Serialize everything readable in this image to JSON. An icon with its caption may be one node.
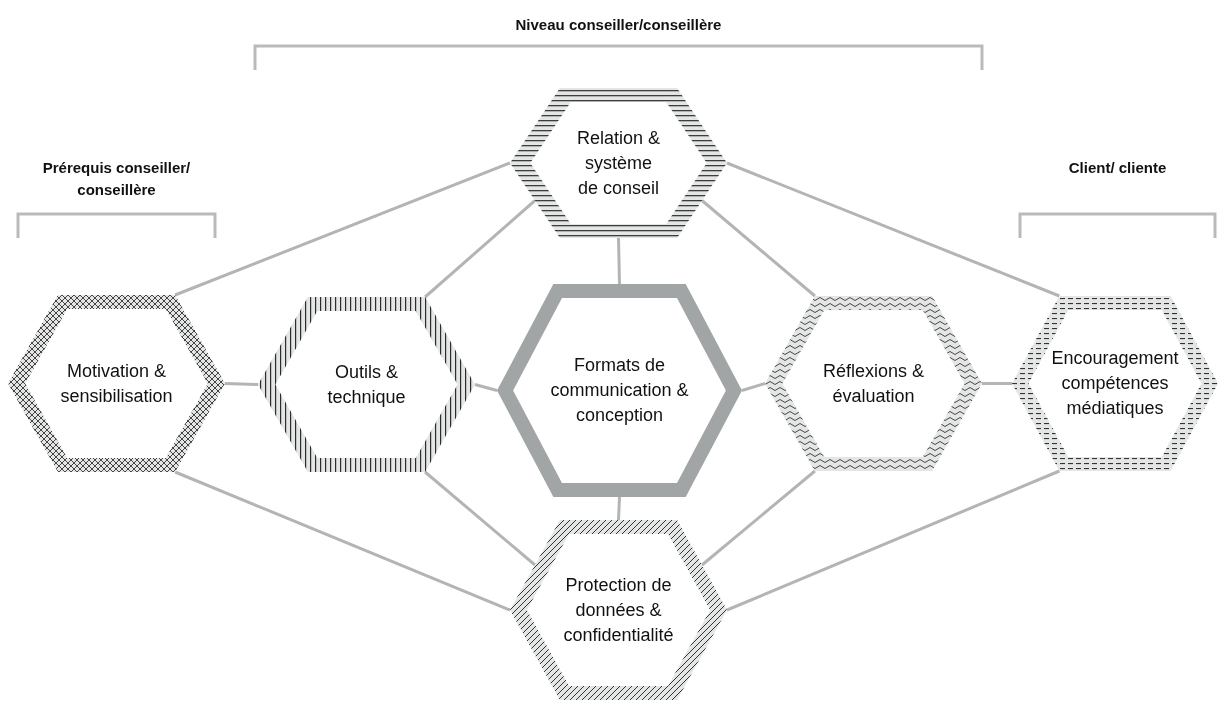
{
  "diagram": {
    "nodes": [
      {
        "text": [
          "Relation & système de conseil"
        ]
      },
      {
        "text": [
          "Motivation & sensibilisation"
        ]
      },
      {
        "text": [
          "Outils & technique"
        ]
      },
      {
        "text": [
          "Formats de communication & conception"
        ]
      },
      {
        "text": [
          "Réflexions & évaluation"
        ]
      },
      {
        "text": [
          "Encouragement compétences médiatiques"
        ]
      },
      {
        "text": [
          "Protection de données & confidentialité"
        ]
      }
    ],
    "edges": [
      {
        "from": 0,
        "to": 1,
        "arrow": "none"
      },
      {
        "from": 0,
        "to": 2,
        "arrow": "none"
      },
      {
        "from": 0,
        "to": 3,
        "arrow": "none"
      },
      {
        "from": 0,
        "to": 4,
        "arrow": "none"
      },
      {
        "from": 0,
        "to": 5,
        "arrow": "none"
      },
      {
        "from": 1,
        "to": 2,
        "arrow": "none"
      },
      {
        "from": 2,
        "to": 3,
        "arrow": "none"
      },
      {
        "from": 3,
        "to": 4,
        "arrow": "none"
      },
      {
        "from": 4,
        "to": 5,
        "arrow": "none"
      },
      {
        "from": 3,
        "to": 6,
        "arrow": "none"
      },
      {
        "from": 1,
        "to": 6,
        "arrow": "none"
      },
      {
        "from": 2,
        "to": 6,
        "arrow": "none"
      },
      {
        "from": 4,
        "to": 6,
        "arrow": "none"
      },
      {
        "from": 5,
        "to": 6,
        "arrow": "none"
      }
    ],
    "labels": [
      "Niveau conseiller/conseillère",
      "Prérequis conseiller/ conseillère",
      "Client/ cliente"
    ]
  }
}
